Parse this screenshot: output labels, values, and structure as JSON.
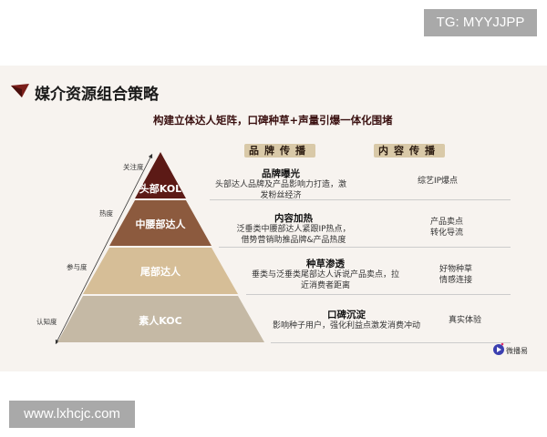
{
  "watermarks": {
    "top": "TG: MYYJJPP",
    "bottom": "www.lxhcjc.com"
  },
  "title": "媒介资源组合策略",
  "subtitle": "构建立体达人矩阵，口碑种草+声量引爆一体化围堵",
  "headers": {
    "brand": "品牌传播",
    "content": "内容传播"
  },
  "axis_labels": [
    "关注度",
    "热度",
    "参与度",
    "认知度"
  ],
  "layers": [
    {
      "name": "头部KOL",
      "color": "#5c1a16",
      "brand_title": "品牌曝光",
      "brand_desc": "头部达人品牌及产品影响力打造，激发粉丝经济",
      "content": "综艺IP爆点"
    },
    {
      "name": "中腰部达人",
      "color": "#8c5a3e",
      "brand_title": "内容加热",
      "brand_desc": "泛垂类中腰部达人紧跟IP热点，借势营销助推品牌&产品热度",
      "content": "产品卖点\n转化导流"
    },
    {
      "name": "尾部达人",
      "color": "#d6be97",
      "brand_title": "种草渗透",
      "brand_desc": "垂类与泛垂类尾部达人诉说产品卖点，拉近消费者距离",
      "content": "好物种草\n情感连接"
    },
    {
      "name": "素人KOC",
      "color": "#c5b9a5",
      "brand_title": "口碑沉淀",
      "brand_desc": "影响种子用户，强化利益点激发消费冲动",
      "content": "真实体验"
    }
  ],
  "logo": "微播易",
  "accent": "#7a1e1a"
}
